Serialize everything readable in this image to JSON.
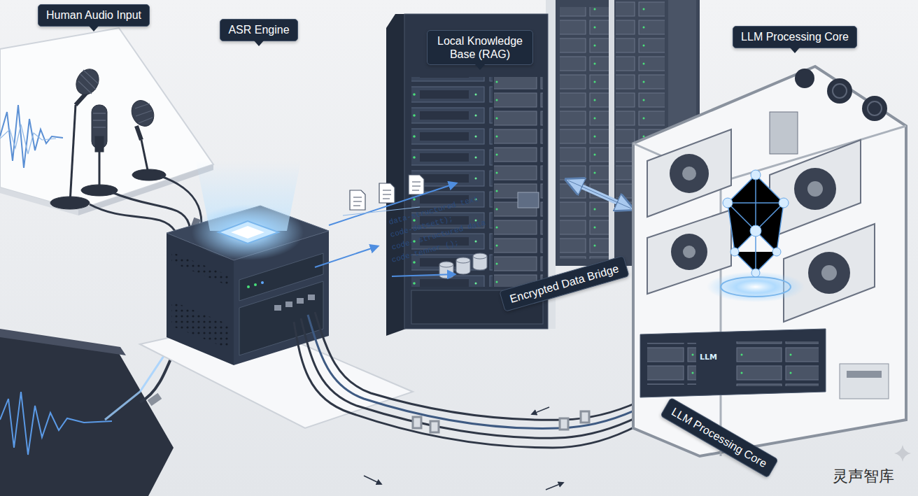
{
  "diagram": {
    "nodes": [
      {
        "text": [
          "Human Audio Input"
        ]
      },
      {
        "text": [
          "ASR Engine"
        ]
      },
      {
        "text": [
          "Local Knowledge Base (RAG)"
        ]
      },
      {
        "text": [
          "LLM Processing Core"
        ]
      },
      {
        "text": [
          "Encrypted Data Bridge"
        ]
      },
      {
        "text": [
          "LLM Processing Core"
        ]
      }
    ],
    "labels": [
      "data-structured text",
      "code-datsett);",
      "code- structured data",
      "code-tenner ();",
      "LLM",
      "灵声智库"
    ]
  }
}
